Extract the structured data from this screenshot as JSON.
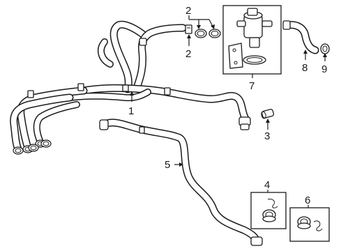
{
  "callouts": [
    {
      "id": "1",
      "label": "1"
    },
    {
      "id": "2a",
      "label": "2"
    },
    {
      "id": "2b",
      "label": "2"
    },
    {
      "id": "3",
      "label": "3"
    },
    {
      "id": "4",
      "label": "4"
    },
    {
      "id": "5",
      "label": "5"
    },
    {
      "id": "6",
      "label": "6"
    },
    {
      "id": "7",
      "label": "7"
    },
    {
      "id": "8",
      "label": "8"
    },
    {
      "id": "9",
      "label": "9"
    }
  ]
}
